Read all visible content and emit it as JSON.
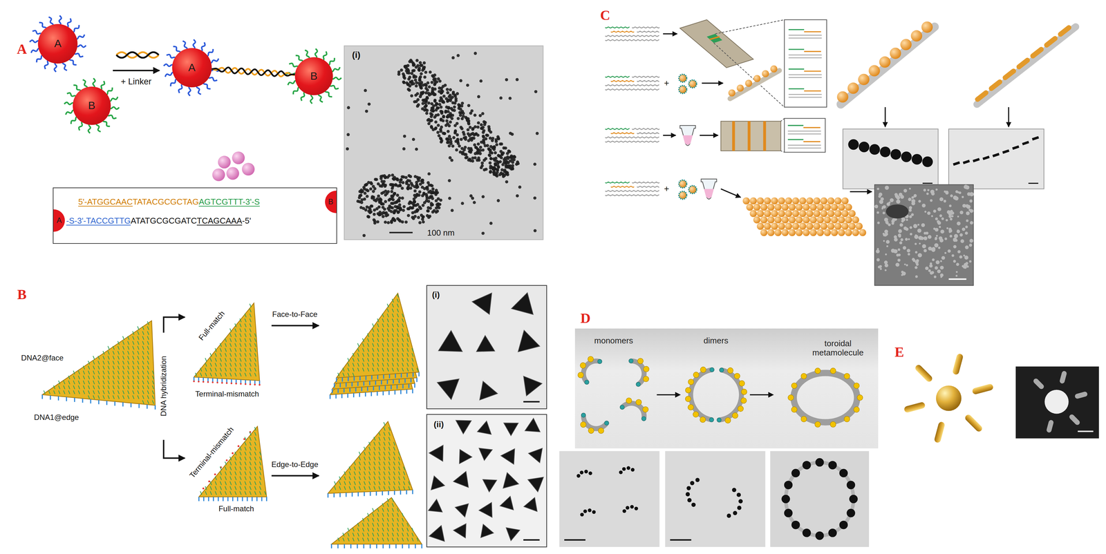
{
  "diagram": {
    "nodes": [
      {
        "text": [
          "A"
        ]
      },
      {
        "text": [
          "B"
        ]
      },
      {
        "text": [
          "A"
        ]
      },
      {
        "text": [
          "B"
        ]
      },
      {
        "text": [
          "5'-ATGGCAAC",
          "TATACGCGCTAG",
          "AGTCGTTT-3'-S",
          "-S-3'-TACCGTTG",
          "ATATGCGCGATC",
          "TCAGCAAA",
          "-5'"
        ]
      },
      {
        "text": [
          "A"
        ],
        "in": 4
      },
      {
        "text": [
          "B"
        ],
        "in": 4
      },
      {
        "text": [
          "monomers",
          "dimers",
          "toroidal metamolecule"
        ]
      }
    ],
    "edges": [
      {
        "from": 2,
        "to": 3,
        "arrow": "none"
      }
    ],
    "labels": [
      "A",
      "+ Linker",
      "(i)",
      "100 nm",
      "B",
      "DNA2@face",
      "DNA1@edge",
      "DNA hybridization",
      "Full-match",
      "Terminal-mismatch",
      "Face-to-Face",
      "Terminal-mismatch",
      "Full-match",
      "Edge-to-Edge",
      "(i)",
      "(ii)",
      "C",
      "+",
      "+",
      "D",
      "E"
    ]
  }
}
